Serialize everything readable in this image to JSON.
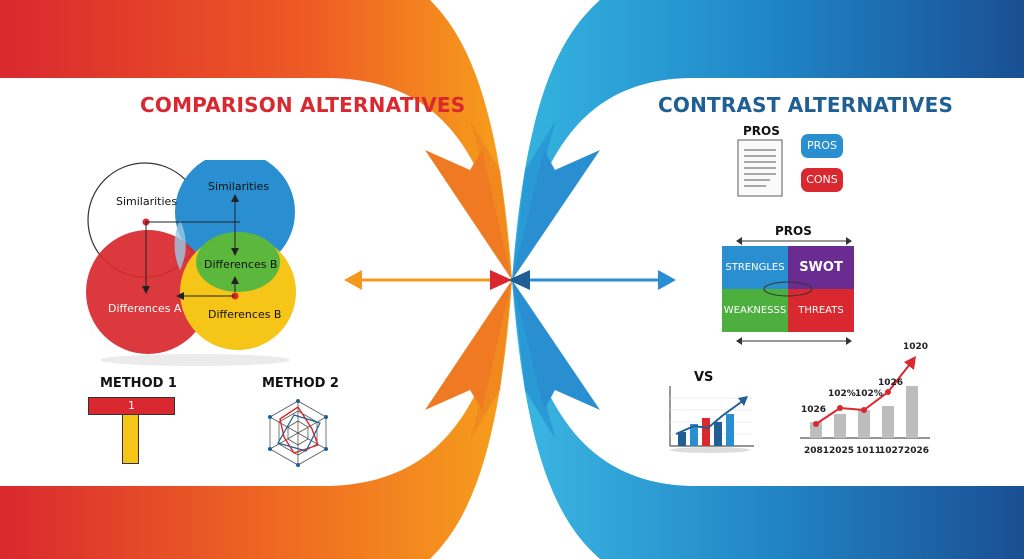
{
  "left_panel": {
    "title": "COMPARISON ALTERNATIVES",
    "venn": {
      "circle_1_label": "Similarities",
      "circle_2_label": "Similarities",
      "circle_3_label": "Differences A",
      "circle_4_label": "Differences B",
      "overlap_label": "Differences B"
    },
    "method_1": {
      "label": "METHOD 1",
      "badge": "1"
    },
    "method_2": {
      "label": "METHOD 2"
    }
  },
  "right_panel": {
    "title": "CONTRAST ALTERNATIVES",
    "pros_doc_label": "PROS",
    "pros_pill": "PROS",
    "cons_pill": "CONS",
    "swot": {
      "header": "PROS",
      "cells": [
        "STRENGLES",
        "SWOT",
        "WEAKNESSS",
        "THREATS"
      ]
    },
    "vs_chart": {
      "label": "VS"
    },
    "trend_chart": {
      "labels": [
        "1026",
        "102%",
        "102%",
        "1026",
        "1020"
      ],
      "years": [
        "2081",
        "2025",
        "1011",
        "1027",
        "2026"
      ]
    }
  },
  "colors": {
    "red": "#d9282f",
    "orange": "#f39a1e",
    "blue": "#2a8fd0",
    "navy": "#1f5f94",
    "green": "#4caf3e",
    "yellow": "#f5c518",
    "purple": "#6a2c91"
  }
}
